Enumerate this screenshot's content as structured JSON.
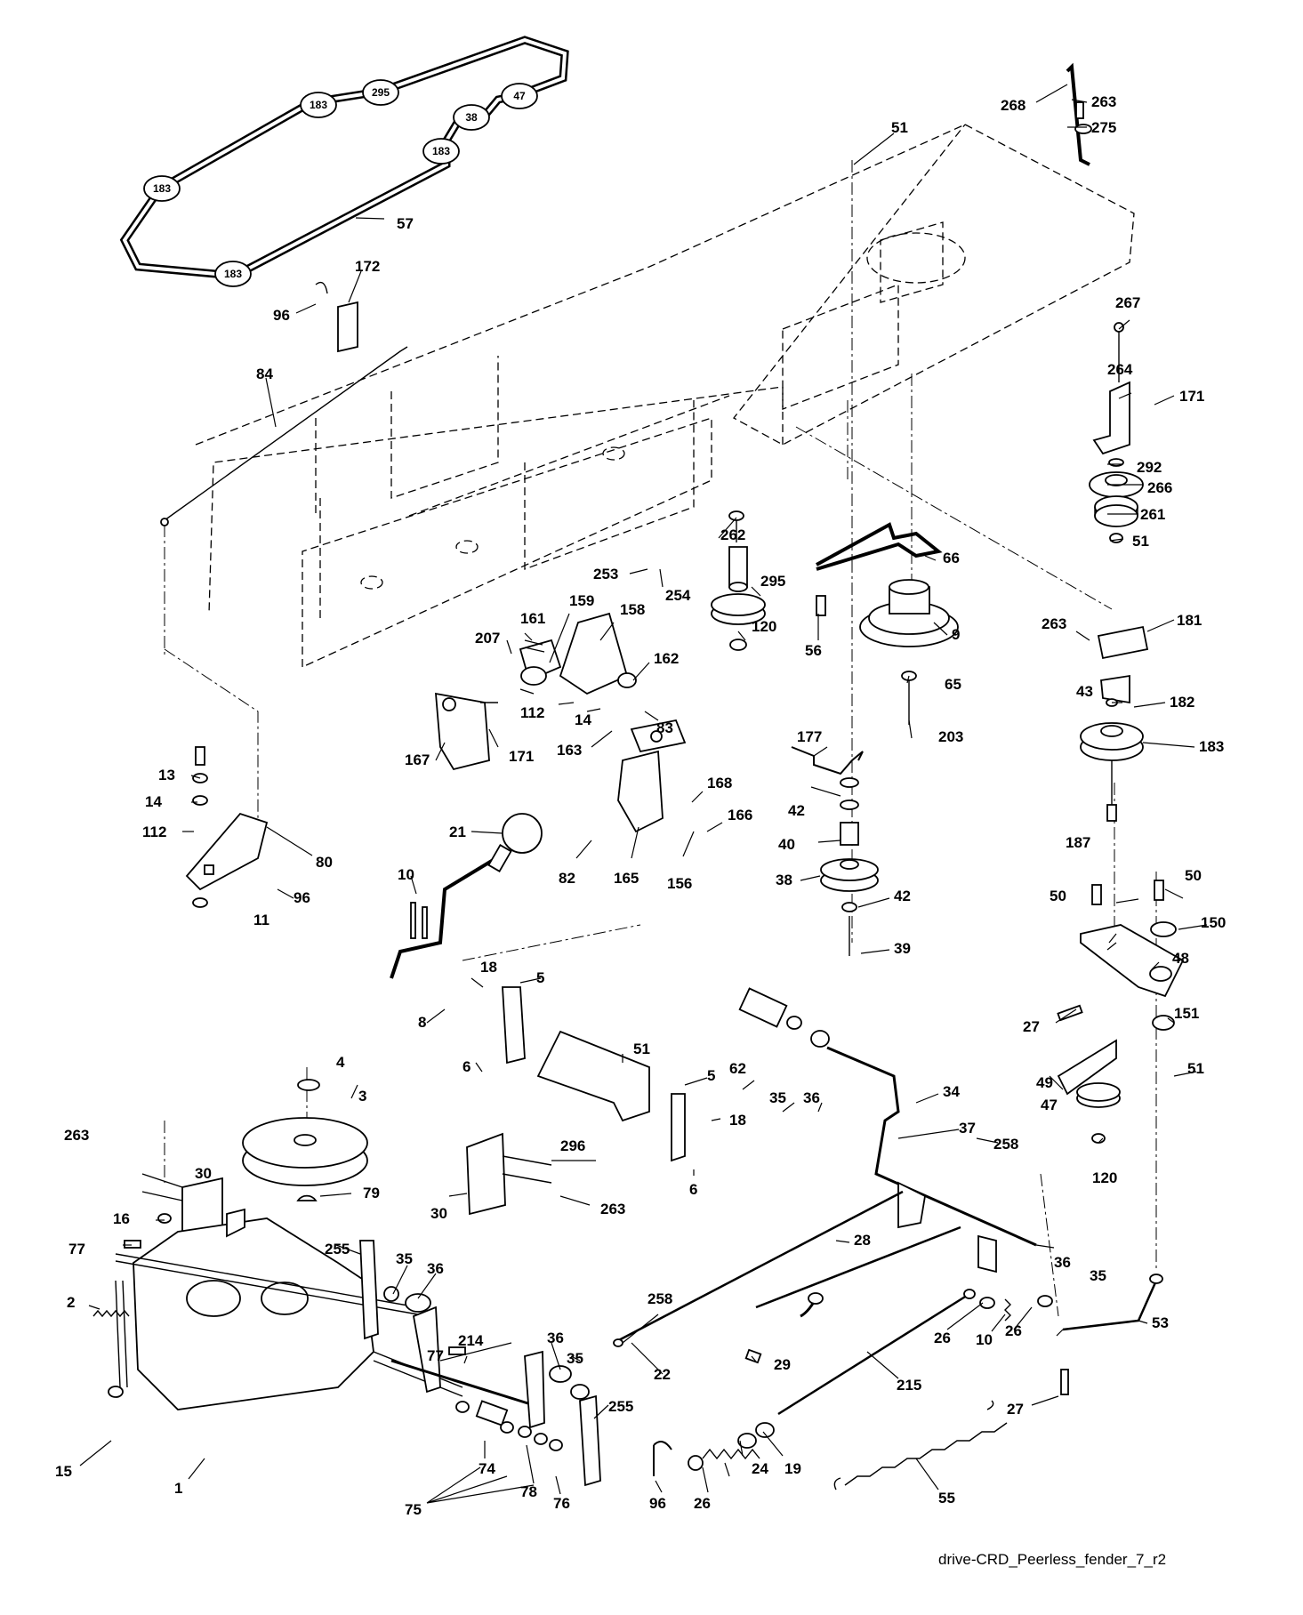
{
  "drawing_code": "drive-CRD_Peerless_fender_7_r2",
  "belt_labels": [
    "183",
    "295",
    "47",
    "38",
    "183",
    "183",
    "183"
  ],
  "callouts": [
    "51",
    "268",
    "263",
    "275",
    "172",
    "96",
    "57",
    "84",
    "267",
    "264",
    "171",
    "292",
    "266",
    "261",
    "51",
    "262",
    "66",
    "253",
    "254",
    "295",
    "120",
    "56",
    "9",
    "161",
    "159",
    "158",
    "207",
    "162",
    "263",
    "181",
    "65",
    "43",
    "182",
    "112",
    "14",
    "83",
    "177",
    "183",
    "163",
    "203",
    "167",
    "171",
    "13",
    "168",
    "42",
    "14",
    "21",
    "166",
    "112",
    "80",
    "40",
    "10",
    "82",
    "165",
    "156",
    "38",
    "42",
    "187",
    "96",
    "11",
    "39",
    "50",
    "50",
    "150",
    "18",
    "5",
    "48",
    "8",
    "27",
    "151",
    "6",
    "51",
    "62",
    "51",
    "49",
    "4",
    "35",
    "36",
    "34",
    "5",
    "47",
    "3",
    "18",
    "37",
    "120",
    "296",
    "263",
    "30",
    "258",
    "6",
    "16",
    "79",
    "30",
    "263",
    "77",
    "255",
    "35",
    "36",
    "28",
    "36",
    "35",
    "2",
    "53",
    "258",
    "36",
    "214",
    "26",
    "10",
    "26",
    "35",
    "29",
    "22",
    "215",
    "27",
    "255",
    "77",
    "24",
    "19",
    "74",
    "55",
    "15",
    "78",
    "1",
    "76",
    "96",
    "26",
    "75"
  ]
}
